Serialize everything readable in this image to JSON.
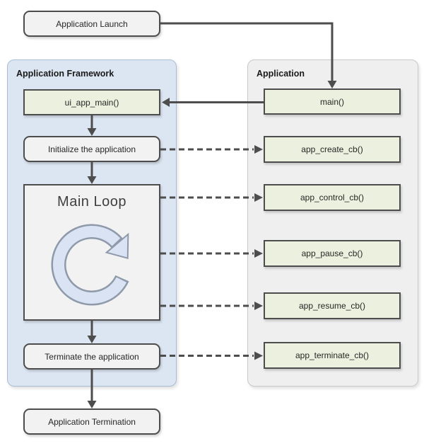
{
  "nodes": {
    "launch": "Application Launch",
    "termination": "Application Termination"
  },
  "framework_panel": {
    "title": "Application Framework",
    "ui_app_main": "ui_app_main()",
    "initialize": "Initialize the application",
    "main_loop": "Main Loop",
    "terminate": "Terminate the application"
  },
  "application_panel": {
    "title": "Application",
    "main": "main()",
    "create_cb": "app_create_cb()",
    "control_cb": "app_control_cb()",
    "pause_cb": "app_pause_cb()",
    "resume_cb": "app_resume_cb()",
    "terminate_cb": "app_terminate_cb()"
  },
  "icons": {
    "loop_icon": "circular-arrow-clockwise"
  },
  "colors": {
    "framework_panel_fill": "#dce6f2",
    "framework_panel_border": "#aabdd6",
    "application_panel_fill": "#efefef",
    "application_panel_border": "#c9c9c9",
    "function_box_fill": "#ebf1de",
    "step_box_fill": "#f2f2f2",
    "box_border": "#4d4d4d",
    "arrow": "#4d4d4d",
    "loop_icon_fill": "#dae3f3",
    "loop_icon_stroke": "#8e9aa9",
    "text": "#262626"
  }
}
